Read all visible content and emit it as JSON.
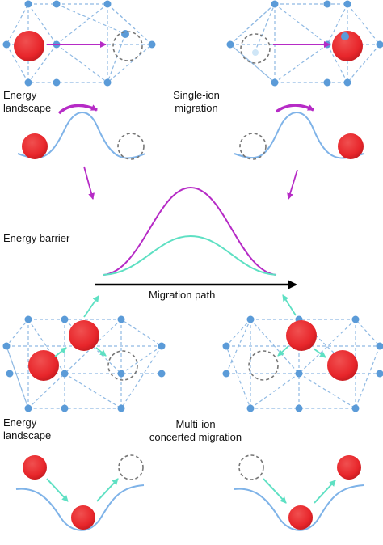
{
  "labels": {
    "energy_landscape_top_line1": "Energy",
    "energy_landscape_top_line2": "landscape",
    "single_ion_line1": "Single-ion",
    "single_ion_line2": "migration",
    "energy_barrier": "Energy barrier",
    "migration_path": "Migration path",
    "energy_landscape_bottom_line1": "Energy",
    "energy_landscape_bottom_line2": "landscape",
    "multi_ion_line1": "Multi-ion",
    "multi_ion_line2": "concerted migration"
  },
  "colors": {
    "ion_red": "#e8262b",
    "lattice_blue": "#5b9bd8",
    "lattice_dash": "#8fb9e3",
    "single_ion_arrow": "#b62bc6",
    "multi_ion_arrow": "#5ee0c3",
    "barrier_single": "#b62bc6",
    "barrier_multi": "#5ee0c3",
    "landscape_curve": "#7fb3e8",
    "vacancy_dash": "#777777",
    "path_arrow": "#000000"
  }
}
